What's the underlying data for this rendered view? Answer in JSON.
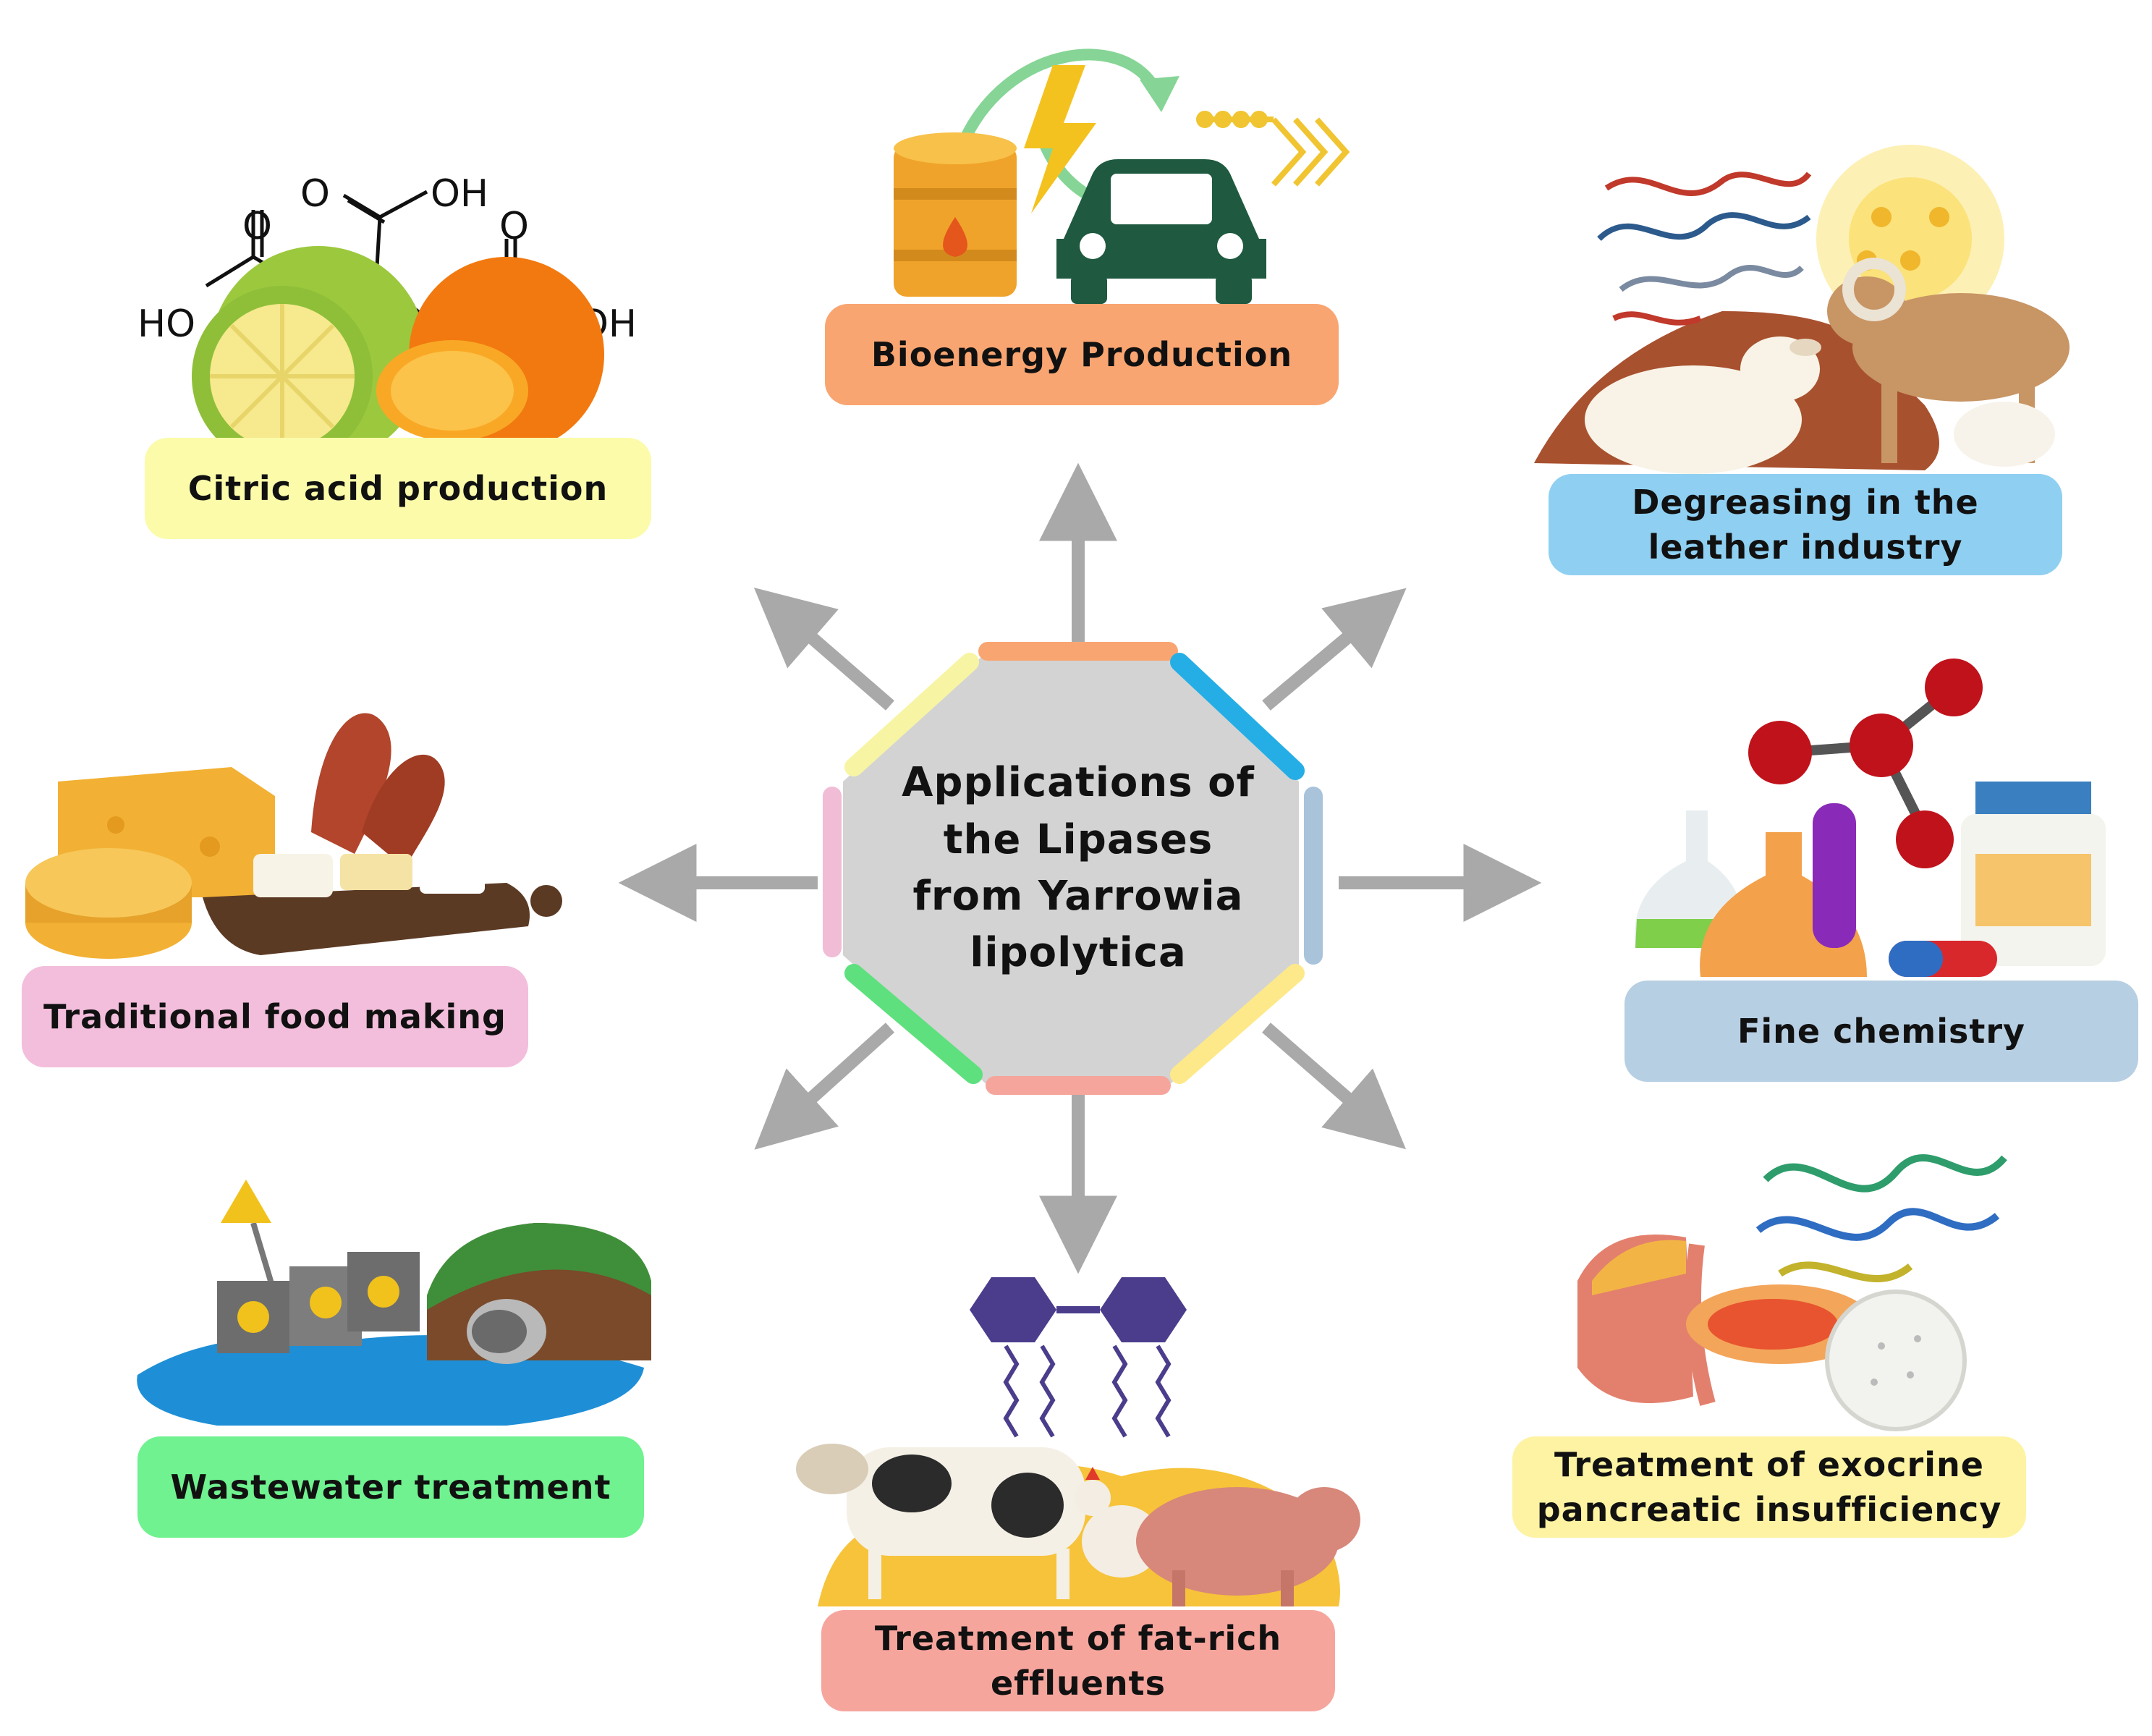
{
  "center": {
    "title_lines": [
      "Applications of",
      "the Lipases",
      "from Yarrowia",
      "lipolytica"
    ]
  },
  "applications": [
    {
      "id": "bioenergy",
      "label": "Bioenergy Production",
      "color": "#f9a571"
    },
    {
      "id": "leather",
      "label": "Degreasing in the leather industry",
      "color": "#8fd0f2"
    },
    {
      "id": "fine-chemistry",
      "label": "Fine chemistry",
      "color": "#b7cfe3"
    },
    {
      "id": "pancreatic",
      "label": "Treatment of exocrine pancreatic insufficiency",
      "color": "#fdf3a3"
    },
    {
      "id": "effluents",
      "label": "Treatment of fat-rich effluents",
      "color": "#f6a59d"
    },
    {
      "id": "wastewater",
      "label": "Wastewater treatment",
      "color": "#6ff28f"
    },
    {
      "id": "food",
      "label": "Traditional food making",
      "color": "#f3bedb"
    },
    {
      "id": "citric",
      "label": "Citric acid production",
      "color": "#fbfbaa"
    }
  ],
  "chem_labels": {
    "oh1": "OH",
    "ho": "HO",
    "o1": "O",
    "o2": "O",
    "o3": "O",
    "oh2": "OH"
  },
  "colors": {
    "arrow": "#a9a9a9",
    "octagon": "#d3d3d3"
  }
}
